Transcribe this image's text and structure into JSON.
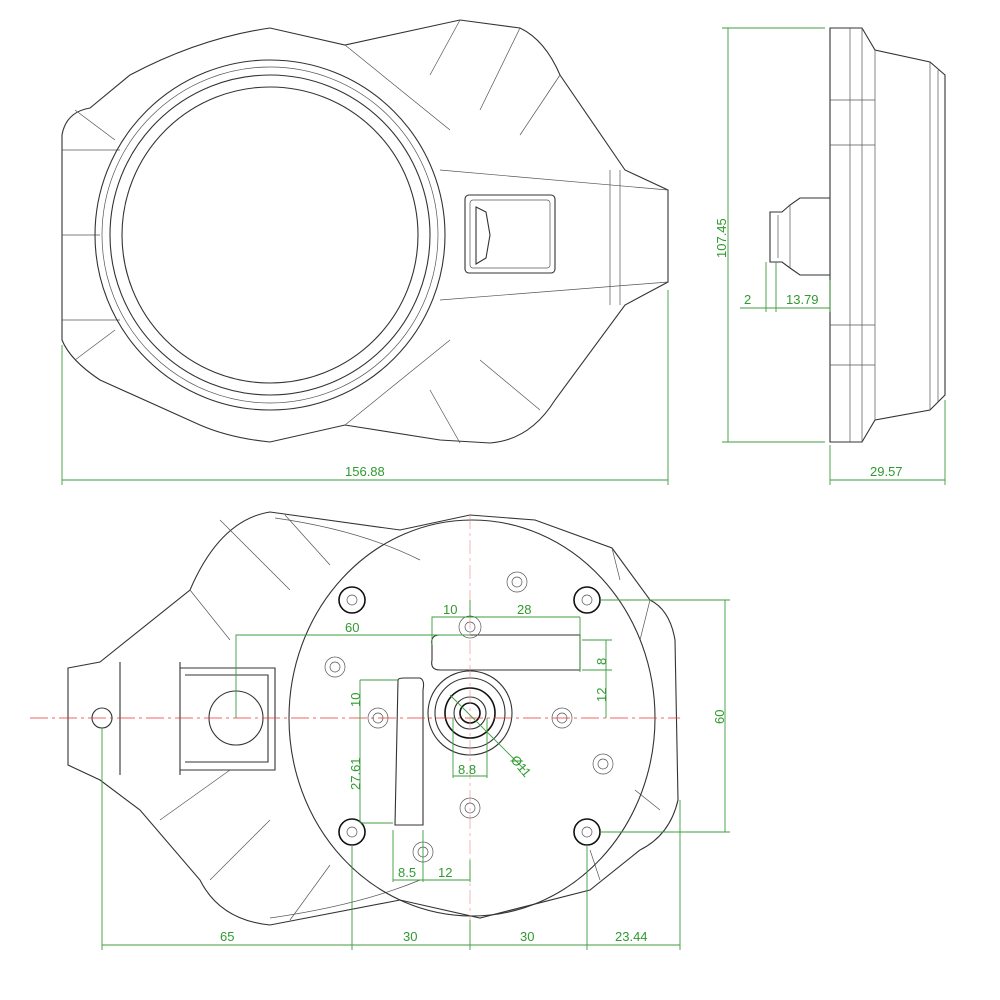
{
  "front_view": {
    "width_dim": "156.88"
  },
  "side_view": {
    "height_dim": "107.45",
    "offset_dim": "2",
    "knob_dim": "13.79",
    "depth_dim": "29.57"
  },
  "rear_view": {
    "dims": {
      "offset_60": "60",
      "hole_10": "10",
      "slot_28": "28",
      "slot_8": "8",
      "slot_12": "12",
      "left_10": "10",
      "left_27_61": "27.61",
      "hub_8_8": "8.8",
      "hub_dia": "Ø11",
      "bottom_8_5": "8.5",
      "bottom_12": "12",
      "height_60": "60",
      "base_65": "65",
      "base_30a": "30",
      "base_30b": "30",
      "base_23_44": "23.44"
    }
  },
  "colors": {
    "dimension": "#3c9c3c",
    "centerline": "#e33333",
    "outline": "#333333"
  }
}
